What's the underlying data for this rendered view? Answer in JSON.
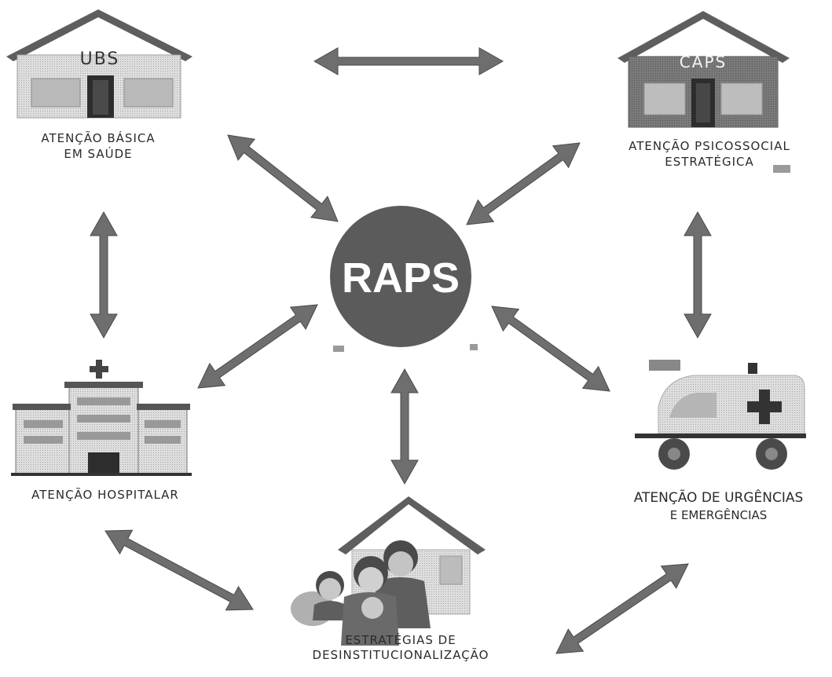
{
  "center": {
    "label": "RAPS"
  },
  "nodes": {
    "ubs": {
      "sign": "UBS",
      "line1": "ATENÇÃO BÁSICA",
      "line2": "EM SAÚDE"
    },
    "caps": {
      "sign": "CAPS",
      "line1": "ATENÇÃO PSICOSSOCIAL",
      "line2": "ESTRATÉGICA"
    },
    "hospital": {
      "line1": "ATENÇÃO HOSPITALAR"
    },
    "urgencias": {
      "line1": "ATENÇÃO DE URGÊNCIAS",
      "line2": "E EMERGÊNCIAS"
    },
    "desinst": {
      "line1": "ESTRATÉGIAS DE",
      "line2": "DESINSTITUCIONALIZAÇÃO"
    }
  },
  "colors": {
    "arrow": "#6e6e6e",
    "roof": "#5e5e5e",
    "circle": "#5b5b5b",
    "caps_wall": "#7a7a7a",
    "light": "#d0d0d0"
  }
}
